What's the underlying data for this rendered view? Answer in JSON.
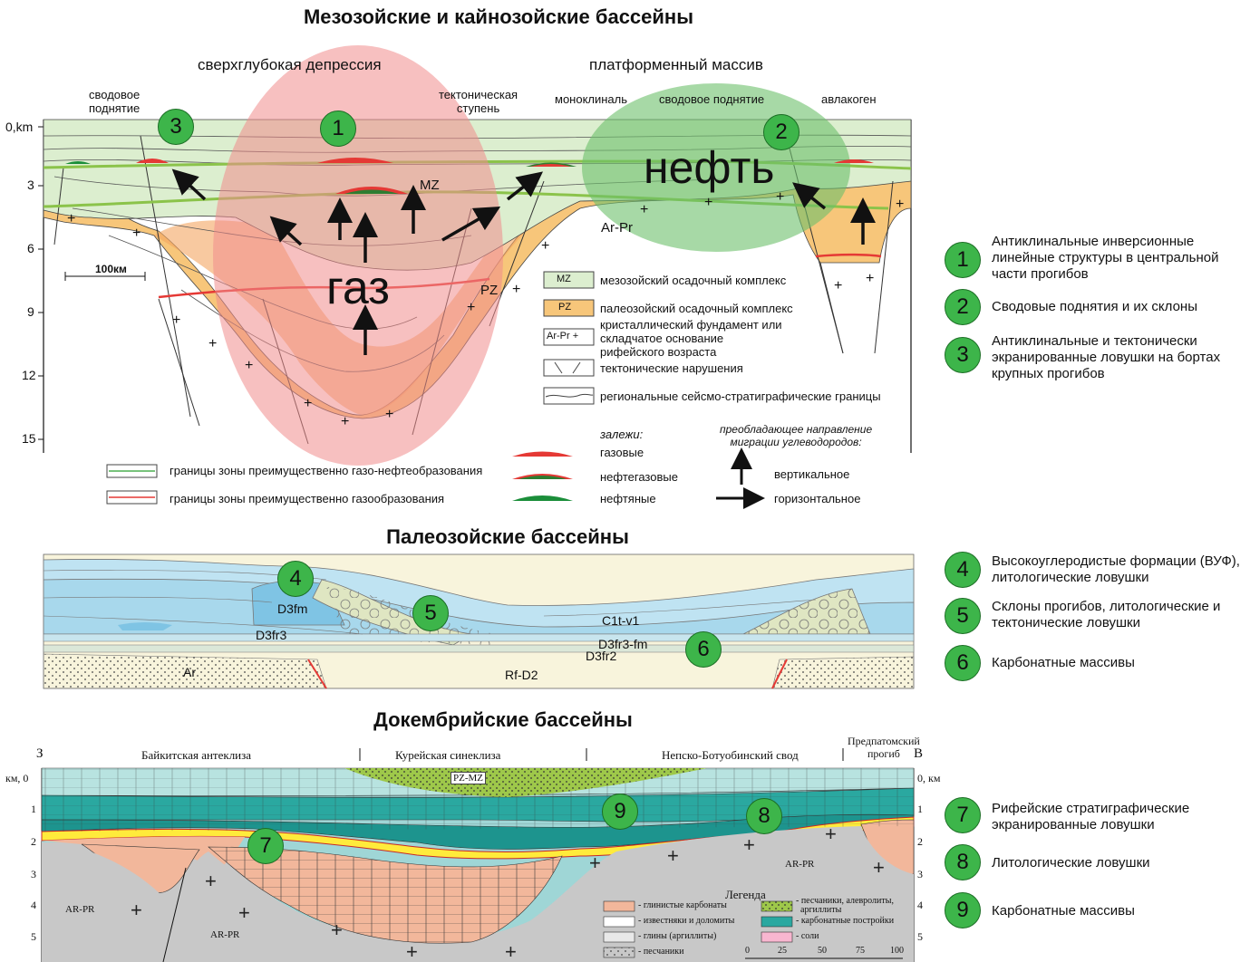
{
  "mz": {
    "title": "Мезозойские и кайнозойские бассейны",
    "region1": "сверхглубокая депрессия",
    "region2": "платформенный массив",
    "struct1": "сводовое\nподнятие",
    "struct2": "тектоническая\nступень",
    "struct3": "моноклиналь",
    "struct4": "сводовое поднятие",
    "struct5": "авлакоген",
    "depth_km": [
      "0,km",
      "3",
      "6",
      "9",
      "12",
      "15"
    ],
    "scale": "100км",
    "gas": "газ",
    "oil": "нефть",
    "labels": {
      "mz": "MZ",
      "pz": "PZ",
      "arpr": "Ar-Pr"
    },
    "legend": [
      {
        "code": "MZ",
        "text": "мезозойский осадочный комплекс"
      },
      {
        "code": "PZ",
        "text": "палеозойский осадочный комплекс"
      },
      {
        "code": "Ar-Pr +",
        "text": "кристаллический фундамент или\nскладчатое основание\nрифейского возраста"
      },
      {
        "code": "",
        "text": "тектонические нарушения"
      },
      {
        "code": "",
        "text": "региональные сейсмо-стратиграфические границы"
      }
    ],
    "deposits_title": "залежи:",
    "deposits": [
      "газовые",
      "нефтегазовые",
      "нефтяные"
    ],
    "migration_title": "преобладающее направление\nмиграции углеводородов:",
    "migration": [
      "вертикальное",
      "горизонтальное"
    ],
    "zones": [
      "границы зоны преимущественно газо-нефтеобразования",
      "границы зоны преимущественно газообразования"
    ]
  },
  "pz": {
    "title": "Палеозойские бассейны",
    "labels": [
      "D3fm",
      "D3fr3",
      "C1t-v1",
      "D3fr3-fm",
      "D3fr2",
      "Ar",
      "Rf-D2"
    ]
  },
  "pc": {
    "title": "Докембрийские бассейны",
    "west": "З",
    "east": "В",
    "regions": [
      "Байкитская антеклиза",
      "Курейская синеклиза",
      "Непско-Ботуобинский свод",
      "Предпатомский\nпрогиб"
    ],
    "depth_left": [
      "км, 0",
      "1",
      "2",
      "3",
      "4",
      "5"
    ],
    "depth_right": [
      "0, км",
      "1",
      "2",
      "3",
      "4",
      "5"
    ],
    "labels": {
      "pzmz": "PZ-MZ",
      "arpr": "AR-PR"
    },
    "legend_title": "Легенда",
    "legend": [
      "- глинистые карбонаты",
      "- известняки и доломиты",
      "- глины (аргиллиты)",
      "- песчаники",
      "- песчаники, алевролиты,\n  аргиллиты",
      "- карбонатные постройки",
      "- соли"
    ],
    "scale_ticks": [
      "0",
      "25",
      "50",
      "75",
      "100"
    ]
  },
  "traps": [
    {
      "num": "1",
      "text": "Антиклинальные инверсионные линейные структуры в центральной части прогибов"
    },
    {
      "num": "2",
      "text": "Сводовые поднятия и их склоны"
    },
    {
      "num": "3",
      "text": "Антиклинальные и тектонически экранированные ловушки на бортах крупных прогибов"
    },
    {
      "num": "4",
      "text": "Высокоуглеродистые формации (ВУФ), литологические ловушки"
    },
    {
      "num": "5",
      "text": "Склоны прогибов, литологические и тектонические ловушки"
    },
    {
      "num": "6",
      "text": "Карбонатные массивы"
    },
    {
      "num": "7",
      "text": "Рифейские стратиграфические экранированные ловушки"
    },
    {
      "num": "8",
      "text": "Литологические ловушки"
    },
    {
      "num": "9",
      "text": "Карбонатные массивы"
    }
  ],
  "colors": {
    "mz": "#dceecf",
    "pz": "#f7c67a",
    "gas_zone": "#f08c8c",
    "oil_zone": "#6cc06a",
    "badge": "#3db54a"
  }
}
